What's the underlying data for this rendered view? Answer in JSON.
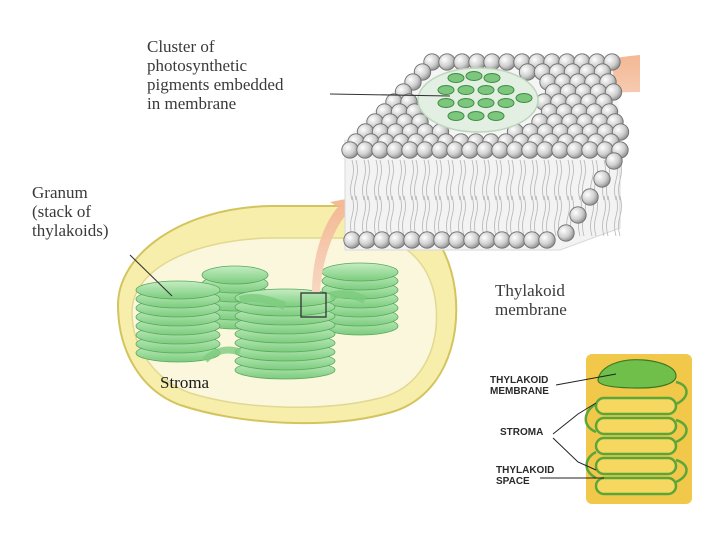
{
  "labels": {
    "pigments": "Cluster of\nphotosynthetic\npigments embedded\nin membrane",
    "granum": "Granum\n(stack of\nthylakoids)",
    "thylakoid_membrane": "Thylakoid\nmembrane",
    "stroma": "Stroma"
  },
  "inset_labels": {
    "thylakoid_membrane": "THYLAKOID\nMEMBRANE",
    "stroma": "STROMA",
    "thylakoid_space": "THYLAKOID\nSPACE"
  },
  "colors": {
    "chloroplast_outer": "#f6eeaa",
    "chloroplast_edge": "#d9c65a",
    "stroma_fill": "#fbf7dc",
    "granum_green": "#9fdca0",
    "granum_dark": "#63b866",
    "phospholipid_head": "#cfcfcf",
    "pigment_green": "#7cc67e",
    "arrow_peach": "#f5c3a5",
    "inset_bg": "#f2c84a",
    "inset_membrane": "#6fbf4a"
  }
}
